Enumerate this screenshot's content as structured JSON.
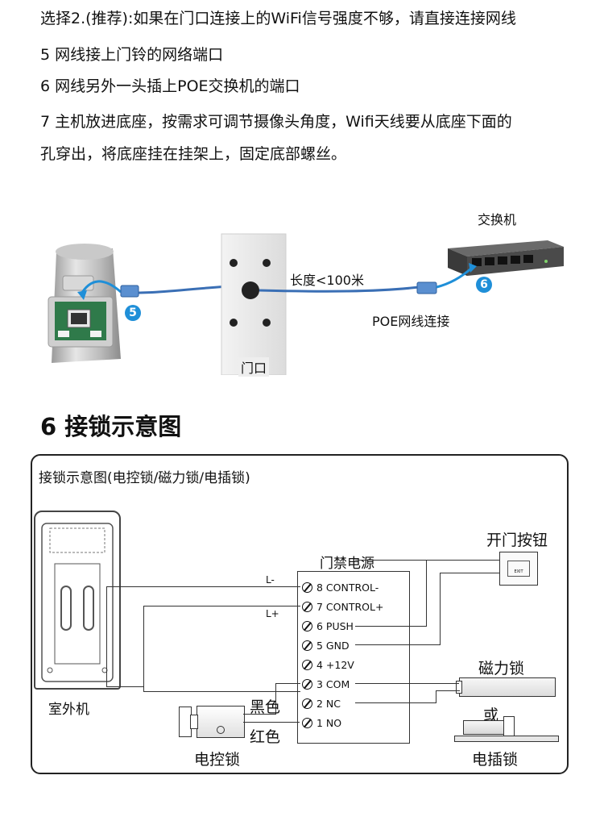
{
  "steps": [
    "选择2.(推荐):如果在门口连接上的WiFi信号强度不够，请直接连接网线",
    "5 网线接上门铃的网络端口",
    "6 网线另外一头插上POE交换机的端口",
    "7 主机放进底座，按需求可调节摄像头角度，Wifi天线要从底座下面的",
    "孔穿出，将底座挂在挂架上，固定底部螺丝。"
  ],
  "photo": {
    "switch_label": "交换机",
    "length_label": "长度<100米",
    "poe_label": "POE网线连接",
    "door_label": "门口",
    "badge_5": "5",
    "badge_6": "6"
  },
  "section": {
    "title": "6 接锁示意图"
  },
  "diagram": {
    "title": "接锁示意图(电控锁/磁力锁/电插锁)",
    "power_label": "门禁电源",
    "outdoor_label": "室外机",
    "exit_button_label": "开门按钮",
    "exit_small": "EXIT",
    "maglock_label": "磁力锁",
    "or_label": "或",
    "bolt_label": "电插锁",
    "electric_lock_label": "电控锁",
    "black_label": "黑色",
    "red_label": "红色",
    "l_minus": "L-",
    "l_plus": "L+",
    "terminals": [
      "8 CONTROL-",
      "7 CONTROL+",
      "6 PUSH",
      "5 GND",
      "4 +12V",
      "3 COM",
      "2 NC",
      "1 NO"
    ]
  },
  "colors": {
    "badge": "#1f8fd8",
    "cable": "#3a6fb5",
    "wire": "#333333"
  }
}
